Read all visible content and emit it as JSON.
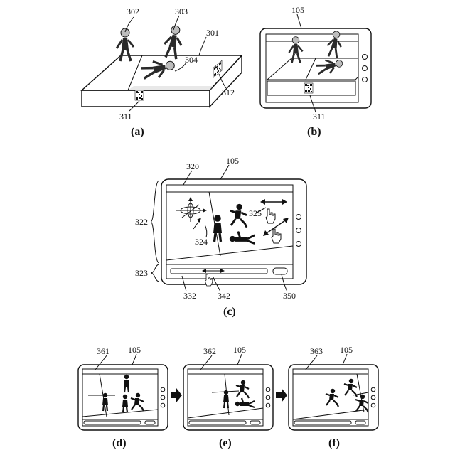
{
  "panels": {
    "a": {
      "caption": "(a)",
      "refs": [
        "302",
        "303",
        "301",
        "304",
        "312",
        "311"
      ]
    },
    "b": {
      "caption": "(b)",
      "refs": [
        "105",
        "311"
      ]
    },
    "c": {
      "caption": "(c)",
      "refs": [
        "320",
        "105",
        "322",
        "325",
        "324",
        "323",
        "332",
        "342",
        "350"
      ]
    },
    "d": {
      "caption": "(d)",
      "refs": [
        "361",
        "105"
      ]
    },
    "e": {
      "caption": "(e)",
      "refs": [
        "362",
        "105"
      ]
    },
    "f": {
      "caption": "(f)",
      "refs": [
        "363",
        "105"
      ]
    }
  },
  "icons": [
    "figure-icon",
    "qr-code-icon",
    "hand-cursor-icon",
    "rotate-axes-icon",
    "arrow-right-icon",
    "round-button-icon"
  ],
  "colors": {
    "ink": "#111111",
    "paper": "#ffffff",
    "figure-gray": "#9a9a9a"
  }
}
